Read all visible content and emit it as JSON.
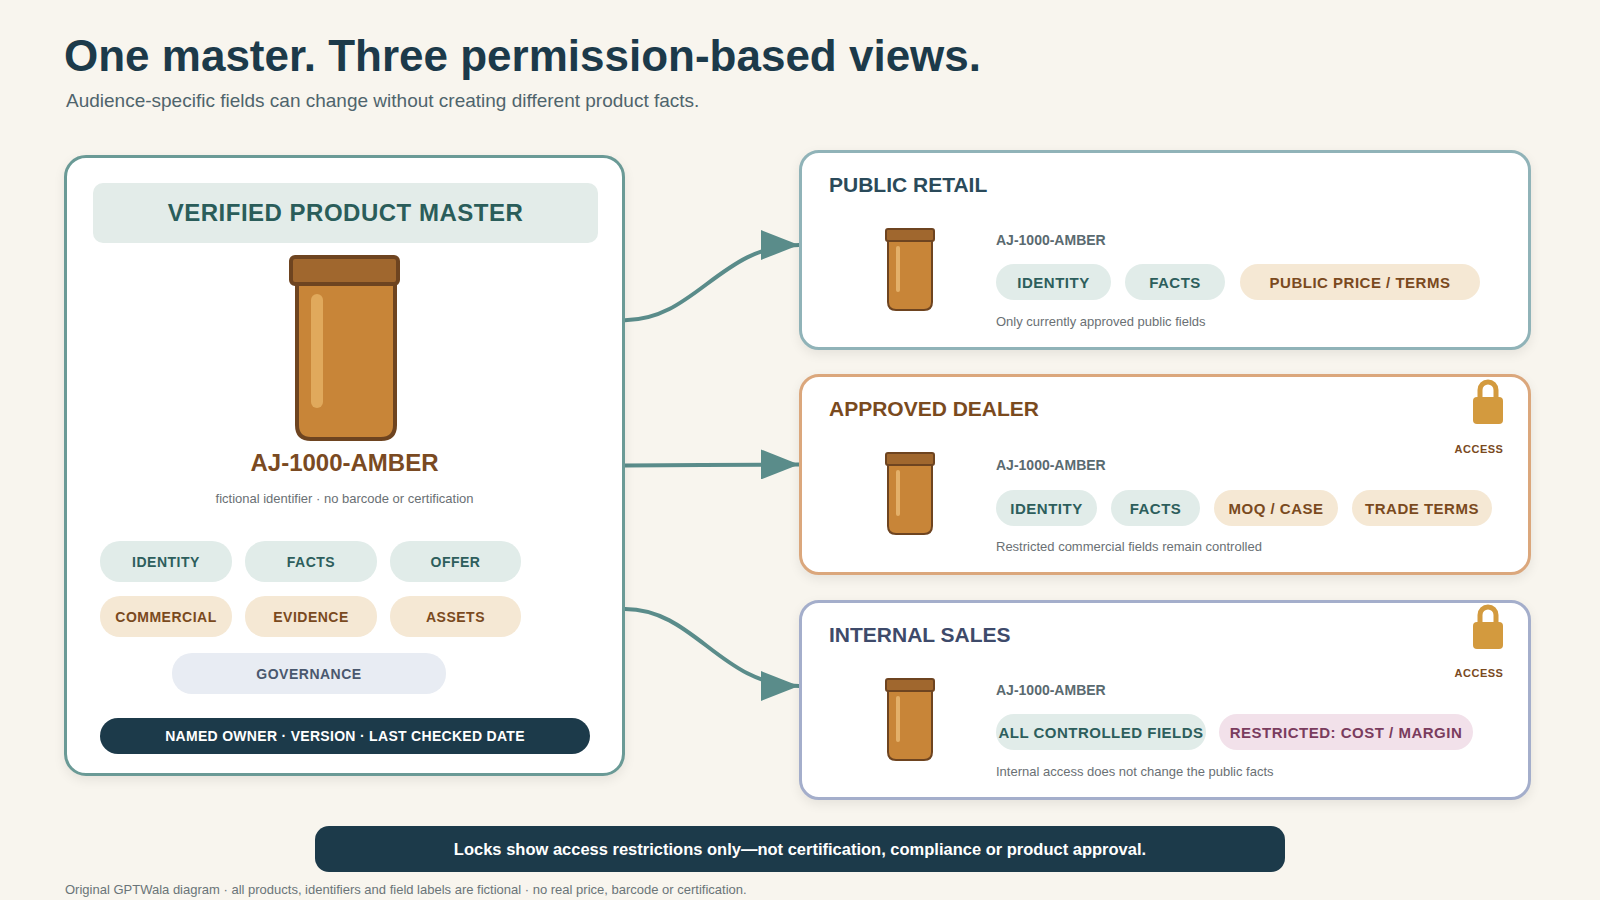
{
  "diagram": {
    "title": "One master. Three permission-based views.",
    "caption": "Original GPTWala diagram · all products, identifiers and field labels are fictional · no real price, barcode or certification.",
    "nodes": [
      {
        "text": [
          "AJ-1000-AMBER",
          "fictional identifier · no barcode or certification"
        ]
      },
      {
        "text": [
          "VERIFIED PRODUCT MASTER"
        ],
        "in": 0
      },
      {
        "text": [
          "IDENTITY"
        ],
        "in": 0
      },
      {
        "text": [
          "FACTS"
        ],
        "in": 0
      },
      {
        "text": [
          "OFFER"
        ],
        "in": 0
      },
      {
        "text": [
          "COMMERCIAL"
        ],
        "in": 0
      },
      {
        "text": [
          "EVIDENCE"
        ],
        "in": 0
      },
      {
        "text": [
          "ASSETS"
        ],
        "in": 0
      },
      {
        "text": [
          "GOVERNANCE"
        ],
        "in": 0
      },
      {
        "text": [
          "NAMED OWNER · VERSION · LAST CHECKED DATE"
        ],
        "in": 0
      },
      {
        "text": [
          "PUBLIC RETAIL",
          "AJ-1000-AMBER",
          "Only currently approved public fields"
        ]
      },
      {
        "text": [
          "IDENTITY"
        ],
        "in": 10
      },
      {
        "text": [
          "FACTS"
        ],
        "in": 10
      },
      {
        "text": [
          "PUBLIC PRICE / TERMS"
        ],
        "in": 10
      },
      {
        "text": [
          "APPROVED DEALER",
          "ACCESS",
          "AJ-1000-AMBER",
          "Restricted commercial fields remain controlled"
        ]
      },
      {
        "text": [
          "IDENTITY"
        ],
        "in": 14
      },
      {
        "text": [
          "FACTS"
        ],
        "in": 14
      },
      {
        "text": [
          "MOQ / CASE"
        ],
        "in": 14
      },
      {
        "text": [
          "TRADE TERMS"
        ],
        "in": 14
      },
      {
        "text": [
          "INTERNAL SALES",
          "ACCESS",
          "AJ-1000-AMBER",
          "Internal access does not change the public facts"
        ]
      },
      {
        "text": [
          "ALL CONTROLLED FIELDS"
        ],
        "in": 19
      },
      {
        "text": [
          "RESTRICTED: COST / MARGIN"
        ],
        "in": 19
      },
      {
        "text": [
          "Locks show access restrictions only—not certification, compliance or product approval."
        ]
      }
    ],
    "edges": [
      {
        "from": 0,
        "to": 10,
        "arrow": "to"
      },
      {
        "from": 0,
        "to": 14,
        "arrow": "to"
      },
      {
        "from": 0,
        "to": 19,
        "arrow": "to"
      }
    ],
    "labels": [
      "Audience-specific fields can change without creating different product facts."
    ]
  }
}
